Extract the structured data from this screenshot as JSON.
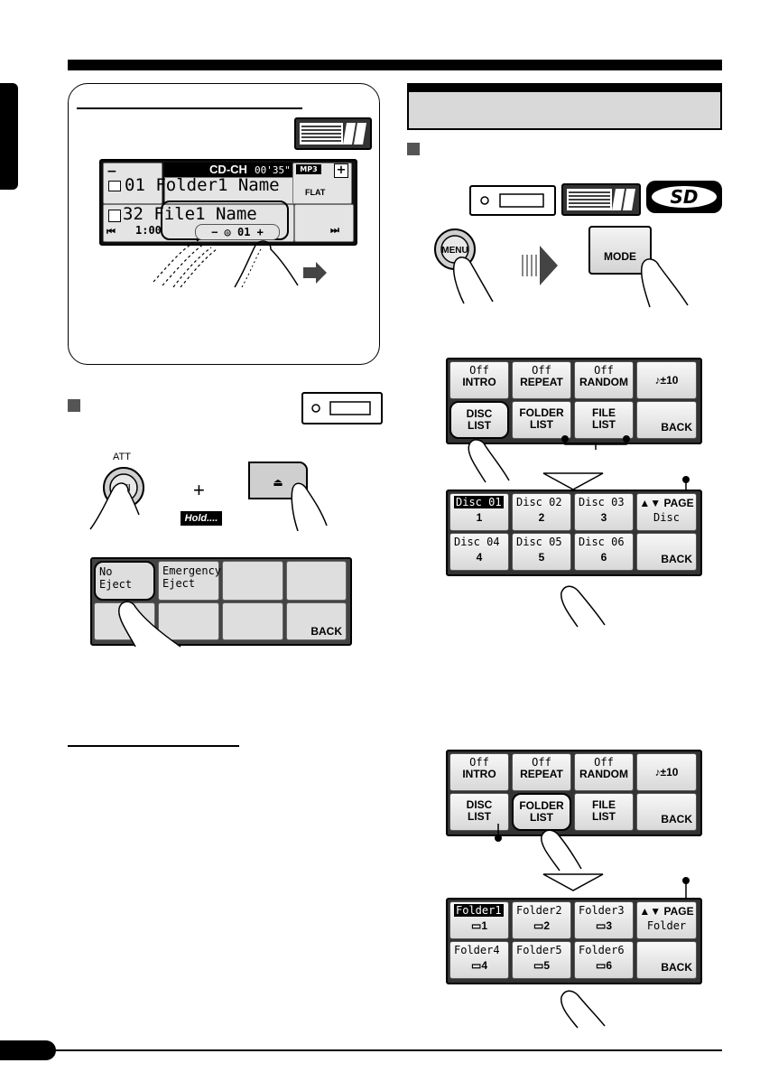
{
  "lcd": {
    "source": "CD-CH",
    "time": "00'35\"",
    "mp3_label": "MP3",
    "folder": "01 Folder1 Name",
    "file": "32 File1 Name",
    "eq": "FLAT",
    "elapsed": "1:00",
    "disc": "01"
  },
  "menu_button": "MENU",
  "mode_button": "MODE",
  "att_label": "ATT",
  "plus_sign": "+",
  "hold_label": "Hold....",
  "eject_menu": {
    "no_eject": "No Eject",
    "emergency_eject": "Emergency Eject",
    "back": "BACK"
  },
  "mode_menu": {
    "intro_state": "Off",
    "intro": "INTRO",
    "repeat_state": "Off",
    "repeat": "REPEAT",
    "random_state": "Off",
    "random": "RANDOM",
    "skip": "♪±10",
    "disc_list": [
      "DISC",
      "LIST"
    ],
    "folder_list": [
      "FOLDER",
      "LIST"
    ],
    "file_list": [
      "FILE",
      "LIST"
    ],
    "back": "BACK"
  },
  "disc_list": {
    "items": [
      {
        "name": "Disc 01",
        "num": "1"
      },
      {
        "name": "Disc 02",
        "num": "2"
      },
      {
        "name": "Disc 03",
        "num": "3"
      },
      {
        "name": "Disc 04",
        "num": "4"
      },
      {
        "name": "Disc 05",
        "num": "5"
      },
      {
        "name": "Disc 06",
        "num": "6"
      }
    ],
    "page": "PAGE",
    "page_sub": "Disc",
    "back": "BACK"
  },
  "folder_list": {
    "items": [
      {
        "name": "Folder1",
        "num": "1"
      },
      {
        "name": "Folder2",
        "num": "2"
      },
      {
        "name": "Folder3",
        "num": "3"
      },
      {
        "name": "Folder4",
        "num": "4"
      },
      {
        "name": "Folder5",
        "num": "5"
      },
      {
        "name": "Folder6",
        "num": "6"
      }
    ],
    "page": "PAGE",
    "page_sub": "Folder",
    "back": "BACK"
  },
  "colors": {
    "ink": "#000000",
    "panel": "#333333",
    "button": "#e4e4e4",
    "header": "#d9d9d9"
  }
}
